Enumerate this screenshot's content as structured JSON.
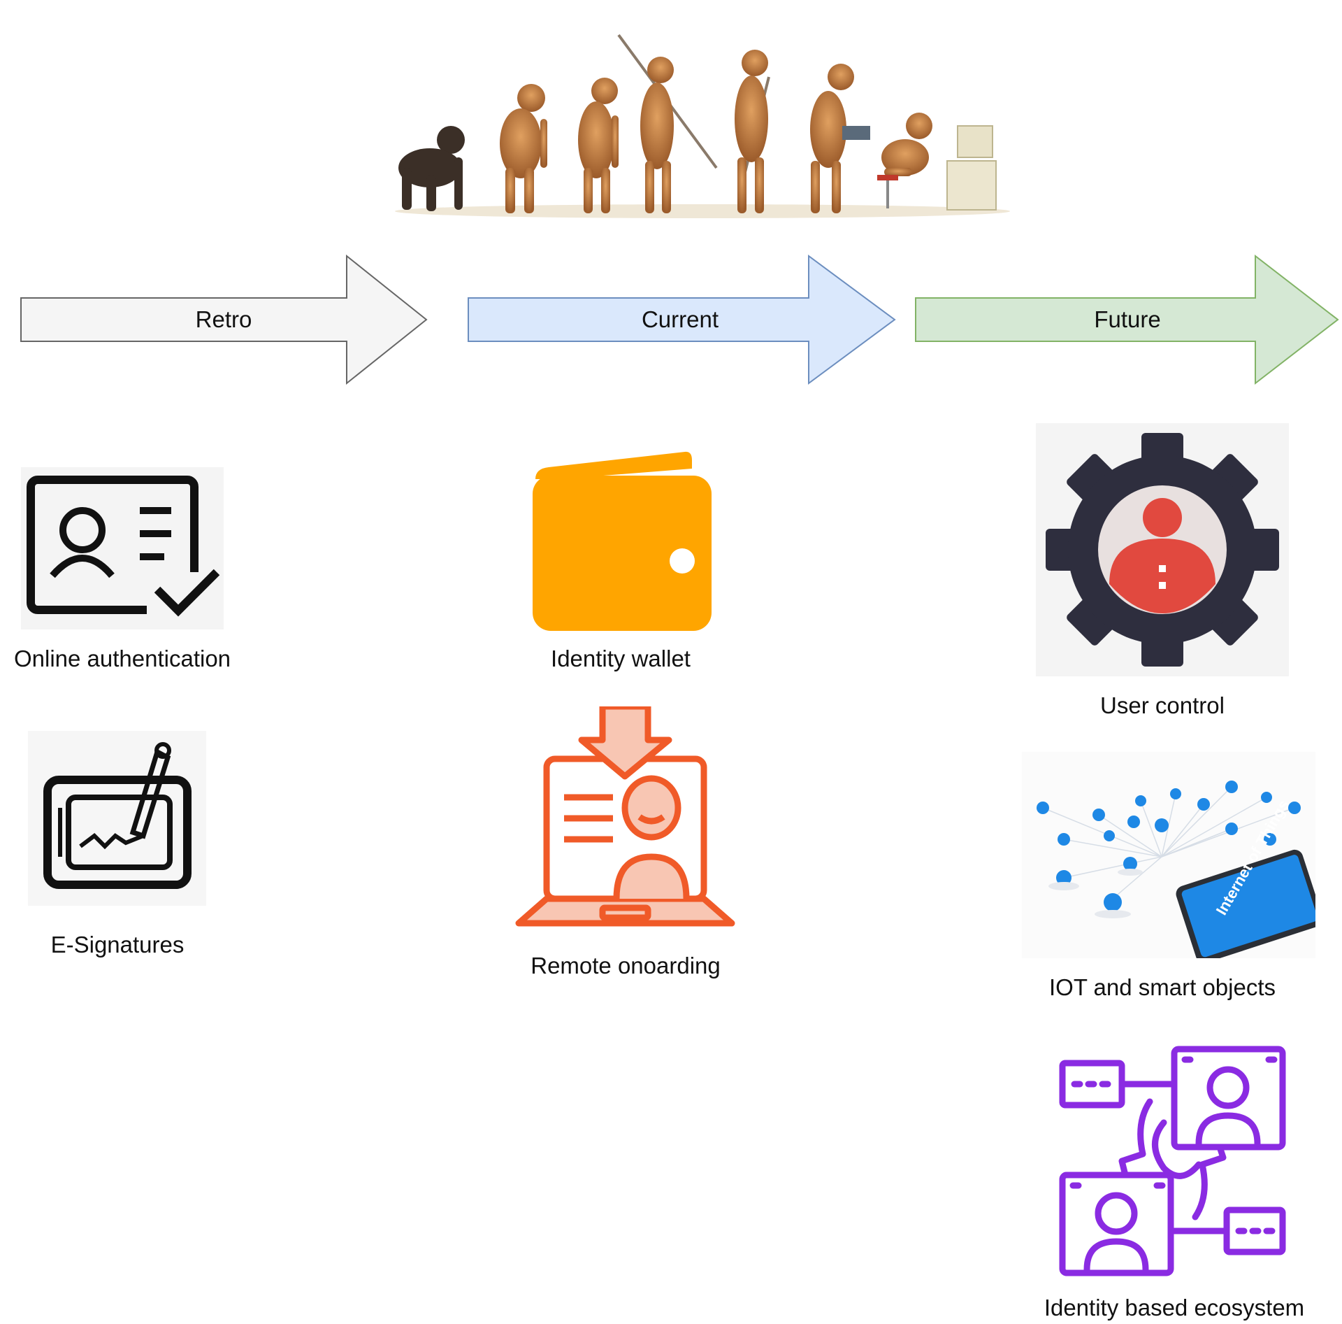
{
  "stages": [
    {
      "label": "Retro",
      "fill": "#f5f5f5",
      "stroke": "#666666"
    },
    {
      "label": "Current",
      "fill": "#dae8fc",
      "stroke": "#6c8ebf"
    },
    {
      "label": "Future",
      "fill": "#d5e8d4",
      "stroke": "#82b366"
    }
  ],
  "items": {
    "online_authentication": "Online authentication",
    "e_signatures": "E-Signatures",
    "identity_wallet": "Identity wallet",
    "remote_onboarding": "Remote onoarding",
    "user_control": "User control",
    "iot_smart_objects": "IOT and smart objects",
    "identity_ecosystem": "Identity based ecosystem"
  },
  "icons": {
    "evolution": "human-evolution-illustration",
    "online_authentication": "id-card-check-icon",
    "e_signatures": "tablet-signature-icon",
    "identity_wallet": "wallet-icon",
    "remote_onboarding": "laptop-id-download-icon",
    "user_control": "gear-user-icon",
    "iot_smart_objects": "internet-of-things-illustration",
    "identity_ecosystem": "identity-network-icon"
  },
  "colors": {
    "wallet": "#ffa500",
    "onboarding": "#f05a28",
    "user_gear": "#2e2e3e",
    "user_person": "#e1493f",
    "iot_blue": "#1e88e5",
    "ecosystem": "#8a2be2"
  },
  "iot_screen_text": "Internet of Things"
}
